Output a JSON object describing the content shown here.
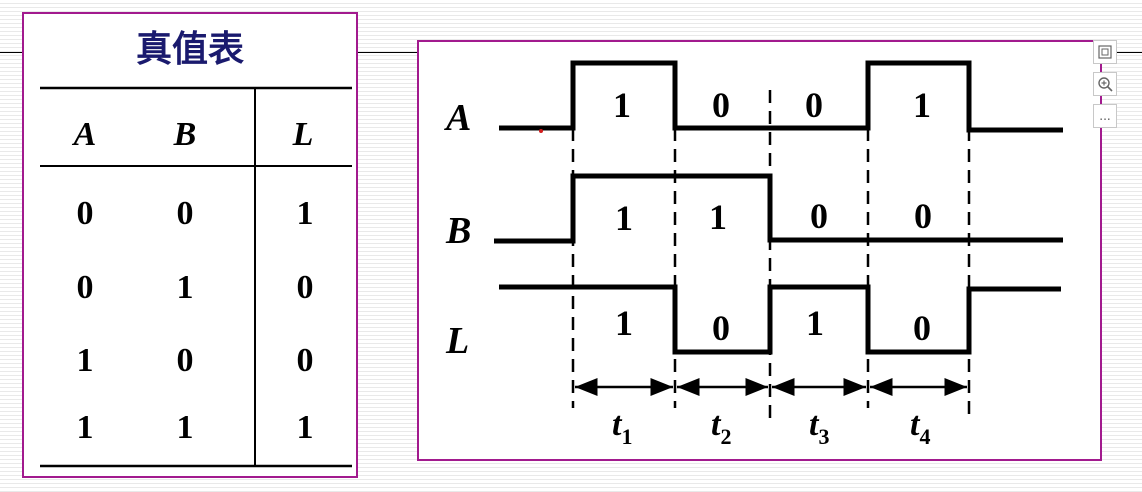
{
  "truth_table": {
    "title": "真值表",
    "headers": [
      "A",
      "B",
      "L"
    ],
    "rows": [
      [
        "0",
        "0",
        "1"
      ],
      [
        "0",
        "1",
        "0"
      ],
      [
        "1",
        "0",
        "0"
      ],
      [
        "1",
        "1",
        "1"
      ]
    ]
  },
  "timing": {
    "signals": [
      {
        "name": "A",
        "values": [
          "1",
          "0",
          "0",
          "1"
        ]
      },
      {
        "name": "B",
        "values": [
          "1",
          "1",
          "0",
          "0"
        ]
      },
      {
        "name": "L",
        "values": [
          "1",
          "0",
          "1",
          "0"
        ]
      }
    ],
    "intervals": [
      {
        "base": "t",
        "sub": "1"
      },
      {
        "base": "t",
        "sub": "2"
      },
      {
        "base": "t",
        "sub": "3"
      },
      {
        "base": "t",
        "sub": "4"
      }
    ]
  },
  "toolbar": {
    "items": [
      "image-icon",
      "zoom-in-icon",
      "more-icon"
    ],
    "more_label": "..."
  },
  "colors": {
    "frame": "#a21a8e",
    "title": "#1a1a6e"
  }
}
